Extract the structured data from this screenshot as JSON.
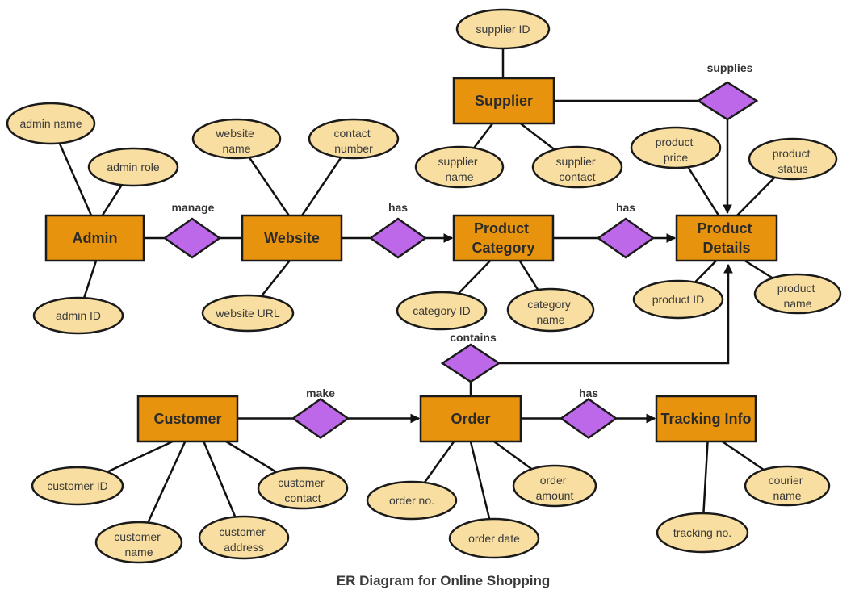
{
  "title": "ER Diagram for Online Shopping",
  "colors": {
    "shape_stroke": "#1a1a1a",
    "entity_fill": "#E8930D",
    "attribute_fill": "#F8DEA1",
    "relationship_fill": "#BC68E8",
    "connector": "#111111",
    "entity_text": "#2b2b2b",
    "attribute_text": "#3a3a3a",
    "relationship_label_text": "#333333",
    "title_text": "#3a3a3a",
    "background": "#ffffff"
  },
  "entities": [
    {
      "id": "admin",
      "lines": [
        "Admin"
      ]
    },
    {
      "id": "website",
      "lines": [
        "Website"
      ]
    },
    {
      "id": "supplier",
      "lines": [
        "Supplier"
      ]
    },
    {
      "id": "product-category",
      "lines": [
        "Product",
        "Category"
      ]
    },
    {
      "id": "product-details",
      "lines": [
        "Product",
        "Details"
      ]
    },
    {
      "id": "customer",
      "lines": [
        "Customer"
      ]
    },
    {
      "id": "order",
      "lines": [
        "Order"
      ]
    },
    {
      "id": "tracking-info",
      "lines": [
        "Tracking Info"
      ]
    }
  ],
  "relationships": [
    {
      "id": "manage",
      "label": "manage"
    },
    {
      "id": "has-website-category",
      "label": "has"
    },
    {
      "id": "has-category-details",
      "label": "has"
    },
    {
      "id": "supplies",
      "label": "supplies"
    },
    {
      "id": "contains",
      "label": "contains"
    },
    {
      "id": "make",
      "label": "make"
    },
    {
      "id": "has-order-tracking",
      "label": "has"
    }
  ],
  "attributes": [
    {
      "id": "admin-name",
      "lines": [
        "admin name"
      ]
    },
    {
      "id": "admin-role",
      "lines": [
        "admin role"
      ]
    },
    {
      "id": "admin-id",
      "lines": [
        "admin ID"
      ]
    },
    {
      "id": "website-name",
      "lines": [
        "website",
        "name"
      ]
    },
    {
      "id": "contact-number",
      "lines": [
        "contact",
        "number"
      ]
    },
    {
      "id": "website-url",
      "lines": [
        "website URL"
      ]
    },
    {
      "id": "supplier-id",
      "lines": [
        "supplier ID"
      ]
    },
    {
      "id": "supplier-name",
      "lines": [
        "supplier",
        "name"
      ]
    },
    {
      "id": "supplier-contact",
      "lines": [
        "supplier",
        "contact"
      ]
    },
    {
      "id": "product-price",
      "lines": [
        "product",
        "price"
      ]
    },
    {
      "id": "product-status",
      "lines": [
        "product",
        "status"
      ]
    },
    {
      "id": "product-id",
      "lines": [
        "product ID"
      ]
    },
    {
      "id": "product-name",
      "lines": [
        "product",
        "name"
      ]
    },
    {
      "id": "category-id",
      "lines": [
        "category ID"
      ]
    },
    {
      "id": "category-name",
      "lines": [
        "category",
        "name"
      ]
    },
    {
      "id": "customer-id",
      "lines": [
        "customer ID"
      ]
    },
    {
      "id": "customer-name",
      "lines": [
        "customer",
        "name"
      ]
    },
    {
      "id": "customer-address",
      "lines": [
        "customer",
        "address"
      ]
    },
    {
      "id": "customer-contact",
      "lines": [
        "customer",
        "contact"
      ]
    },
    {
      "id": "order-no",
      "lines": [
        "order no."
      ]
    },
    {
      "id": "order-date",
      "lines": [
        "order date"
      ]
    },
    {
      "id": "order-amount",
      "lines": [
        "order",
        "amount"
      ]
    },
    {
      "id": "tracking-no",
      "lines": [
        "tracking no."
      ]
    },
    {
      "id": "courier-name",
      "lines": [
        "courier",
        "name"
      ]
    }
  ]
}
